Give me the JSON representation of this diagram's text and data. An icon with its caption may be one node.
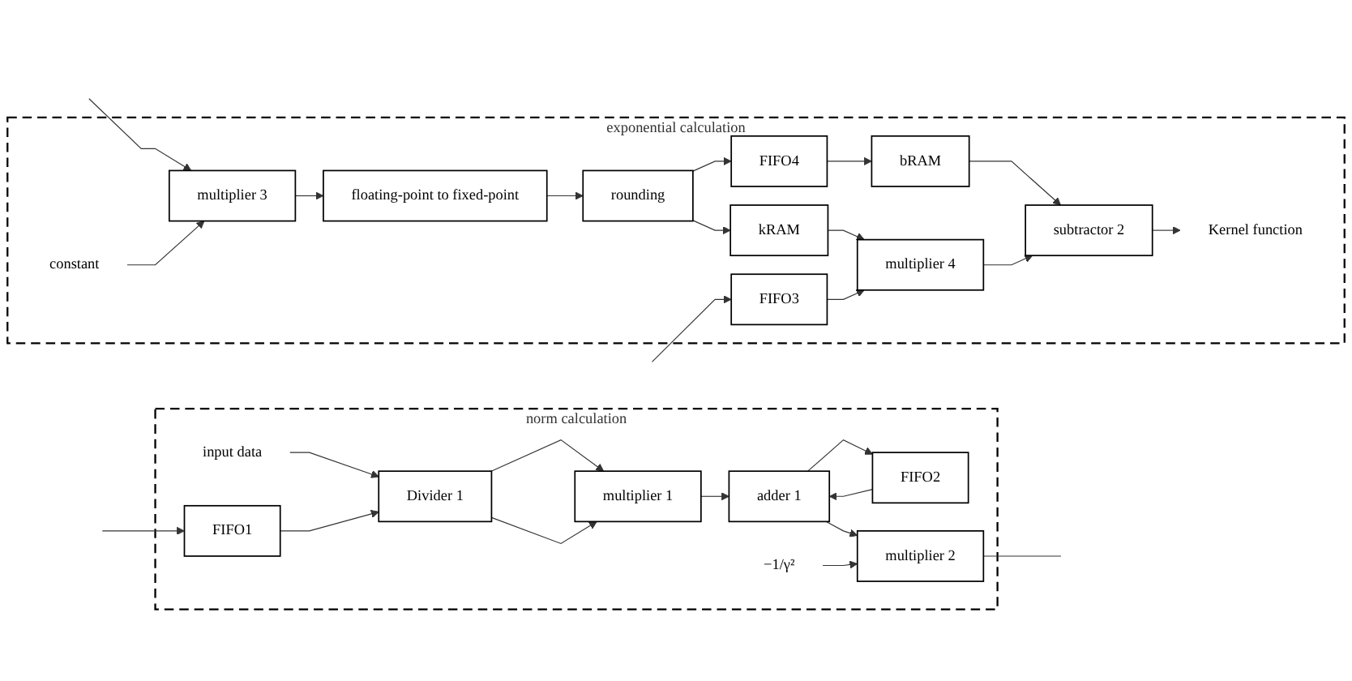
{
  "diagram": {
    "nodes": [
      {
        "text": [
          "norm calculation"
        ]
      },
      {
        "text": [
          "FIFO1"
        ],
        "in": 0
      },
      {
        "text": [
          "input data"
        ],
        "in": 0
      },
      {
        "text": [
          "Divider 1"
        ],
        "in": 0
      },
      {
        "text": [
          "multiplier 1"
        ],
        "in": 0
      },
      {
        "text": [
          "FIFO2"
        ],
        "in": 0
      },
      {
        "text": [
          "adder 1"
        ],
        "in": 0
      },
      {
        "text": [
          "−1/γ²"
        ],
        "in": 0
      },
      {
        "text": [
          "multiplier 2"
        ],
        "in": 0
      },
      {
        "text": [
          "exponential calculation"
        ]
      },
      {
        "text": [
          "bRAM"
        ],
        "in": 9
      },
      {
        "text": [
          "FIFO4"
        ],
        "in": 9
      },
      {
        "text": [
          "Kernel function"
        ],
        "in": 9
      },
      {
        "text": [
          "rounding"
        ],
        "in": 9
      },
      {
        "text": [
          "floating-point to fixed-point"
        ],
        "in": 9
      },
      {
        "text": [
          "multiplier 3"
        ],
        "in": 9
      },
      {
        "text": [
          "subtractor 2"
        ],
        "in": 9
      },
      {
        "text": [
          "kRAM"
        ],
        "in": 9
      },
      {
        "text": [
          "constant"
        ],
        "in": 9
      },
      {
        "text": [
          "multiplier 4"
        ],
        "in": 9
      },
      {
        "text": [
          "FIFO3"
        ],
        "in": 9
      }
    ],
    "edges": [
      {
        "from": null,
        "to": 1,
        "arrow": "to"
      },
      {
        "from": 2,
        "to": 3,
        "arrow": "to"
      },
      {
        "from": 1,
        "to": 3,
        "arrow": "to"
      },
      {
        "from": 3,
        "to": 4,
        "arrow": "to"
      },
      {
        "from": 3,
        "to": 4,
        "arrow": "to"
      },
      {
        "from": 4,
        "to": 6,
        "arrow": "to"
      },
      {
        "from": 5,
        "to": 6,
        "arrow": "to"
      },
      {
        "from": 6,
        "to": 5,
        "arrow": "to"
      },
      {
        "from": 6,
        "to": 8,
        "arrow": "to"
      },
      {
        "from": 7,
        "to": 8,
        "arrow": "to"
      },
      {
        "from": 8,
        "to": null,
        "arrow": "none"
      },
      {
        "from": null,
        "to": 15,
        "arrow": "to"
      },
      {
        "from": 18,
        "to": 15,
        "arrow": "to"
      },
      {
        "from": 15,
        "to": 14,
        "arrow": "to"
      },
      {
        "from": 14,
        "to": 13,
        "arrow": "to"
      },
      {
        "from": 13,
        "to": 11,
        "arrow": "to"
      },
      {
        "from": 13,
        "to": 17,
        "arrow": "to"
      },
      {
        "from": 11,
        "to": 10,
        "arrow": "to"
      },
      {
        "from": 10,
        "to": 16,
        "arrow": "to"
      },
      {
        "from": 17,
        "to": 19,
        "arrow": "to"
      },
      {
        "from": 19,
        "to": 16,
        "arrow": "to"
      },
      {
        "from": 16,
        "to": 12,
        "arrow": "to"
      },
      {
        "from": null,
        "to": 20,
        "arrow": "to"
      },
      {
        "from": 20,
        "to": 19,
        "arrow": "to"
      }
    ]
  }
}
